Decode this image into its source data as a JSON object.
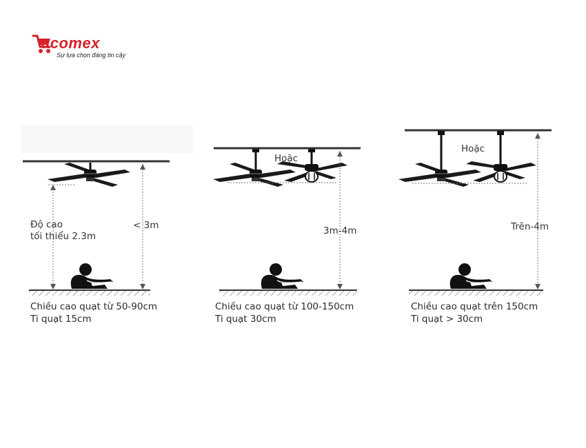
{
  "brand": {
    "name": "Sacomex",
    "logo_text": "acomex",
    "tagline": "Sự lựa chọn đáng tin cậy",
    "color": "#d6202a"
  },
  "diagram": {
    "line_color": "#333333",
    "dotted_color": "#777777",
    "or_label": "Hoặc",
    "panels": [
      {
        "id": "low-ceiling",
        "min_height_label": "Độ cao",
        "min_height_label2": "tối thiểu 2.3m",
        "ceiling_label": "< 3m",
        "caption_line1": "Chiều cao quạt từ 50-90cm",
        "caption_line2": "Ti quạt 15cm"
      },
      {
        "id": "medium-ceiling",
        "ceiling_label": "3m-4m",
        "or_label": "Hoặc",
        "caption_line1": "Chiều cao quạt từ 100-150cm",
        "caption_line2": "Ti quạt 30cm"
      },
      {
        "id": "high-ceiling",
        "ceiling_label": "Trên-4m",
        "or_label": "Hoặc",
        "caption_line1": "Chiều cao quạt trên 150cm",
        "caption_line2": "Ti quạt > 30cm"
      }
    ]
  }
}
